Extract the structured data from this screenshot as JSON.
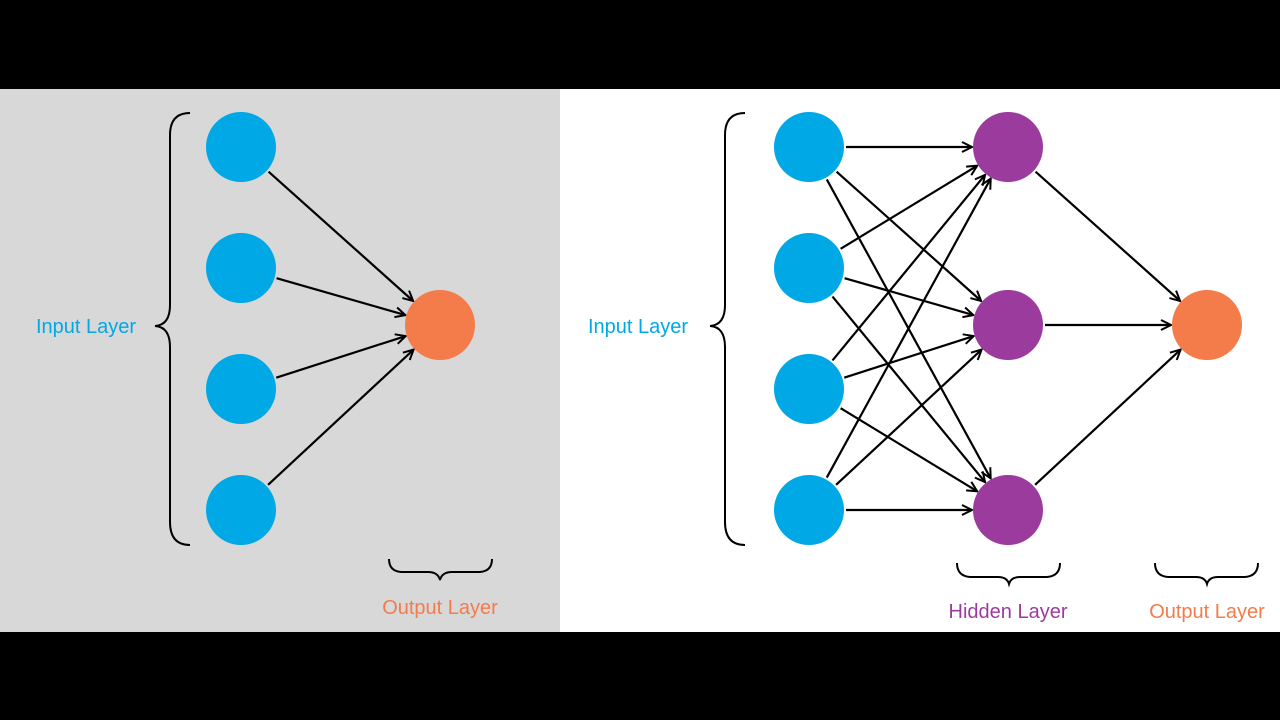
{
  "colors": {
    "background": "#000000",
    "left_panel": "#d8d8d8",
    "right_panel": "#ffffff",
    "input_node": "#00a8e6",
    "hidden_node": "#9b3b9e",
    "output_node": "#f47b4a",
    "edge": "#000000"
  },
  "left_diagram": {
    "input_label": "Input Layer",
    "output_label": "Output Layer",
    "layers": [
      4,
      1
    ]
  },
  "right_diagram": {
    "input_label": "Input Layer",
    "hidden_label": "Hidden Layer",
    "output_label": "Output Layer",
    "layers": [
      4,
      3,
      1
    ]
  }
}
